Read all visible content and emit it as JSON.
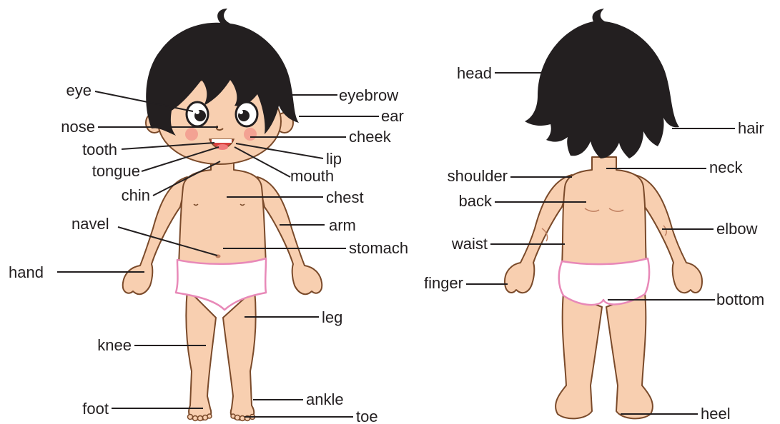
{
  "colors": {
    "skin": "#f8cfb0",
    "outline": "#7a4a2a",
    "hair": "#231f20",
    "underwear": "#ffffff",
    "underwear_trim": "#e889b8",
    "cheek": "#f3a293",
    "text": "#231f20"
  },
  "front_labels": {
    "eye": "eye",
    "eyebrow": "eyebrow",
    "nose": "nose",
    "ear": "ear",
    "cheek": "cheek",
    "tooth": "tooth",
    "lip": "lip",
    "tongue": "tongue",
    "mouth": "mouth",
    "chin": "chin",
    "chest": "chest",
    "navel": "navel",
    "arm": "arm",
    "stomach": "stomach",
    "hand": "hand",
    "leg": "leg",
    "knee": "knee",
    "foot": "foot",
    "ankle": "ankle",
    "toe": "toe"
  },
  "back_labels": {
    "head": "head",
    "hair": "hair",
    "neck": "neck",
    "shoulder": "shoulder",
    "back": "back",
    "elbow": "elbow",
    "waist": "waist",
    "finger": "finger",
    "bottom": "bottom",
    "heel": "heel"
  }
}
